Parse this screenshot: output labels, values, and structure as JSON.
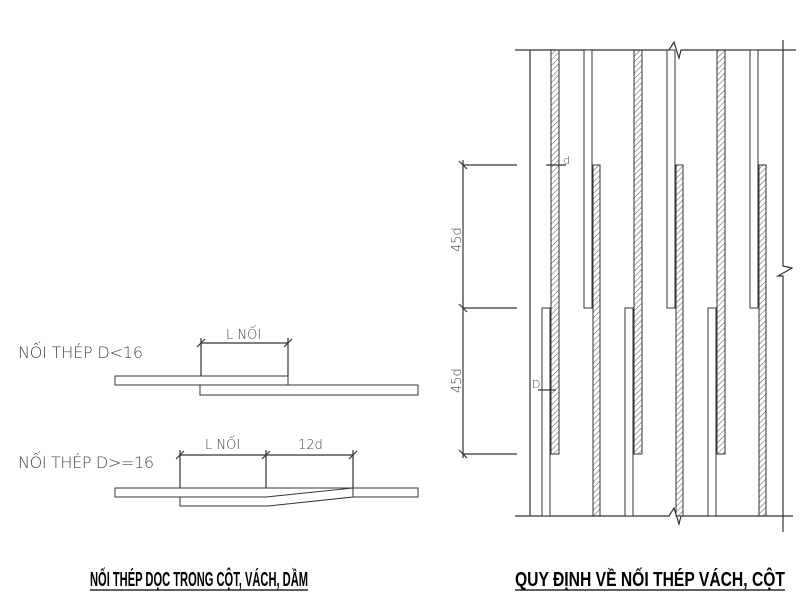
{
  "left_drawing": {
    "label_small": "NỐI THÉP D<16",
    "label_large": "NỐI THÉP D>=16",
    "dim_lap": "L NỐI",
    "dim_lap_2": "L NỐI",
    "dim_offset": "12d",
    "title": "NỐI THÉP DỌC TRONG CỘT, VÁCH, DẦM"
  },
  "right_drawing": {
    "dim_upper": "45d",
    "dim_lower": "45d",
    "dim_small_d": "d",
    "dim_big_d": "D",
    "title": "QUY ĐỊNH VỀ NỐI THÉP VÁCH, CỘT"
  }
}
